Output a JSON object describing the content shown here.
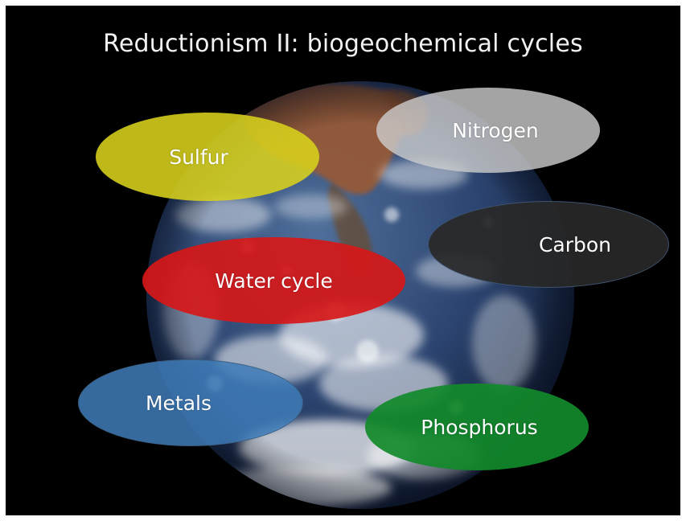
{
  "title": "Reductionism II: biogeochemical cycles",
  "colors": {
    "background": "#000000",
    "title_text": "#f2f2f2",
    "label_text": "#ffffff"
  },
  "cycles": {
    "sulfur": {
      "label": "Sulfur",
      "color": "#d8d21c"
    },
    "nitrogen": {
      "label": "Nitrogen",
      "color": "#c8c8c8"
    },
    "carbon": {
      "label": "Carbon",
      "color": "#2a2a2a"
    },
    "water": {
      "label": "Water cycle",
      "color": "#d41818"
    },
    "metals": {
      "label": "Metals",
      "color": "#3f7cb8"
    },
    "phosphorus": {
      "label": "Phosphorus",
      "color": "#128a2a"
    }
  },
  "background_image": "earth-globe"
}
